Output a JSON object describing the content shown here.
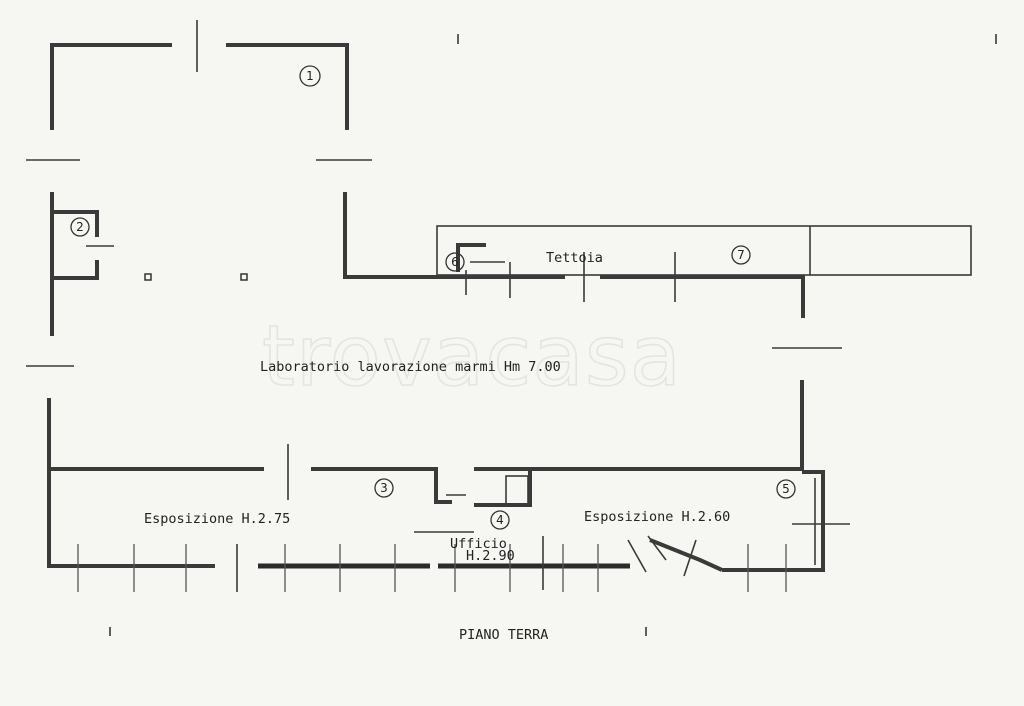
{
  "watermark": "trovacasa",
  "rooms": {
    "lab": "Laboratorio lavorazione marmi Hm 7.00",
    "tettoia": "Tettoia",
    "espo_left": "Esposizione H.2.75",
    "espo_right": "Esposizione H.2.60",
    "ufficio": "Ufficio",
    "ufficio_h": "H.2.90"
  },
  "markers": [
    "1",
    "2",
    "3",
    "4",
    "5",
    "6",
    "7"
  ],
  "footer": {
    "floor": "PIANO TERRA"
  }
}
